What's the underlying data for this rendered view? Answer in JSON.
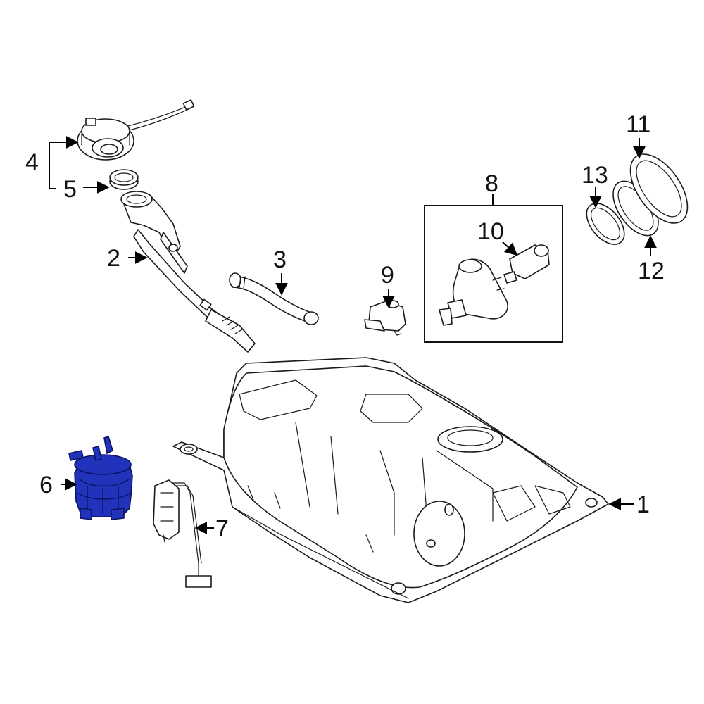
{
  "colors": {
    "highlight": "#2233bb",
    "line": "#1a1a1a",
    "background": "#ffffff"
  },
  "callouts": {
    "c1": "1",
    "c2": "2",
    "c3": "3",
    "c4": "4",
    "c5": "5",
    "c6": "6",
    "c7": "7",
    "c8": "8",
    "c9": "9",
    "c10": "10",
    "c11": "11",
    "c12": "12",
    "c13": "13"
  },
  "highlighted_part": "6"
}
